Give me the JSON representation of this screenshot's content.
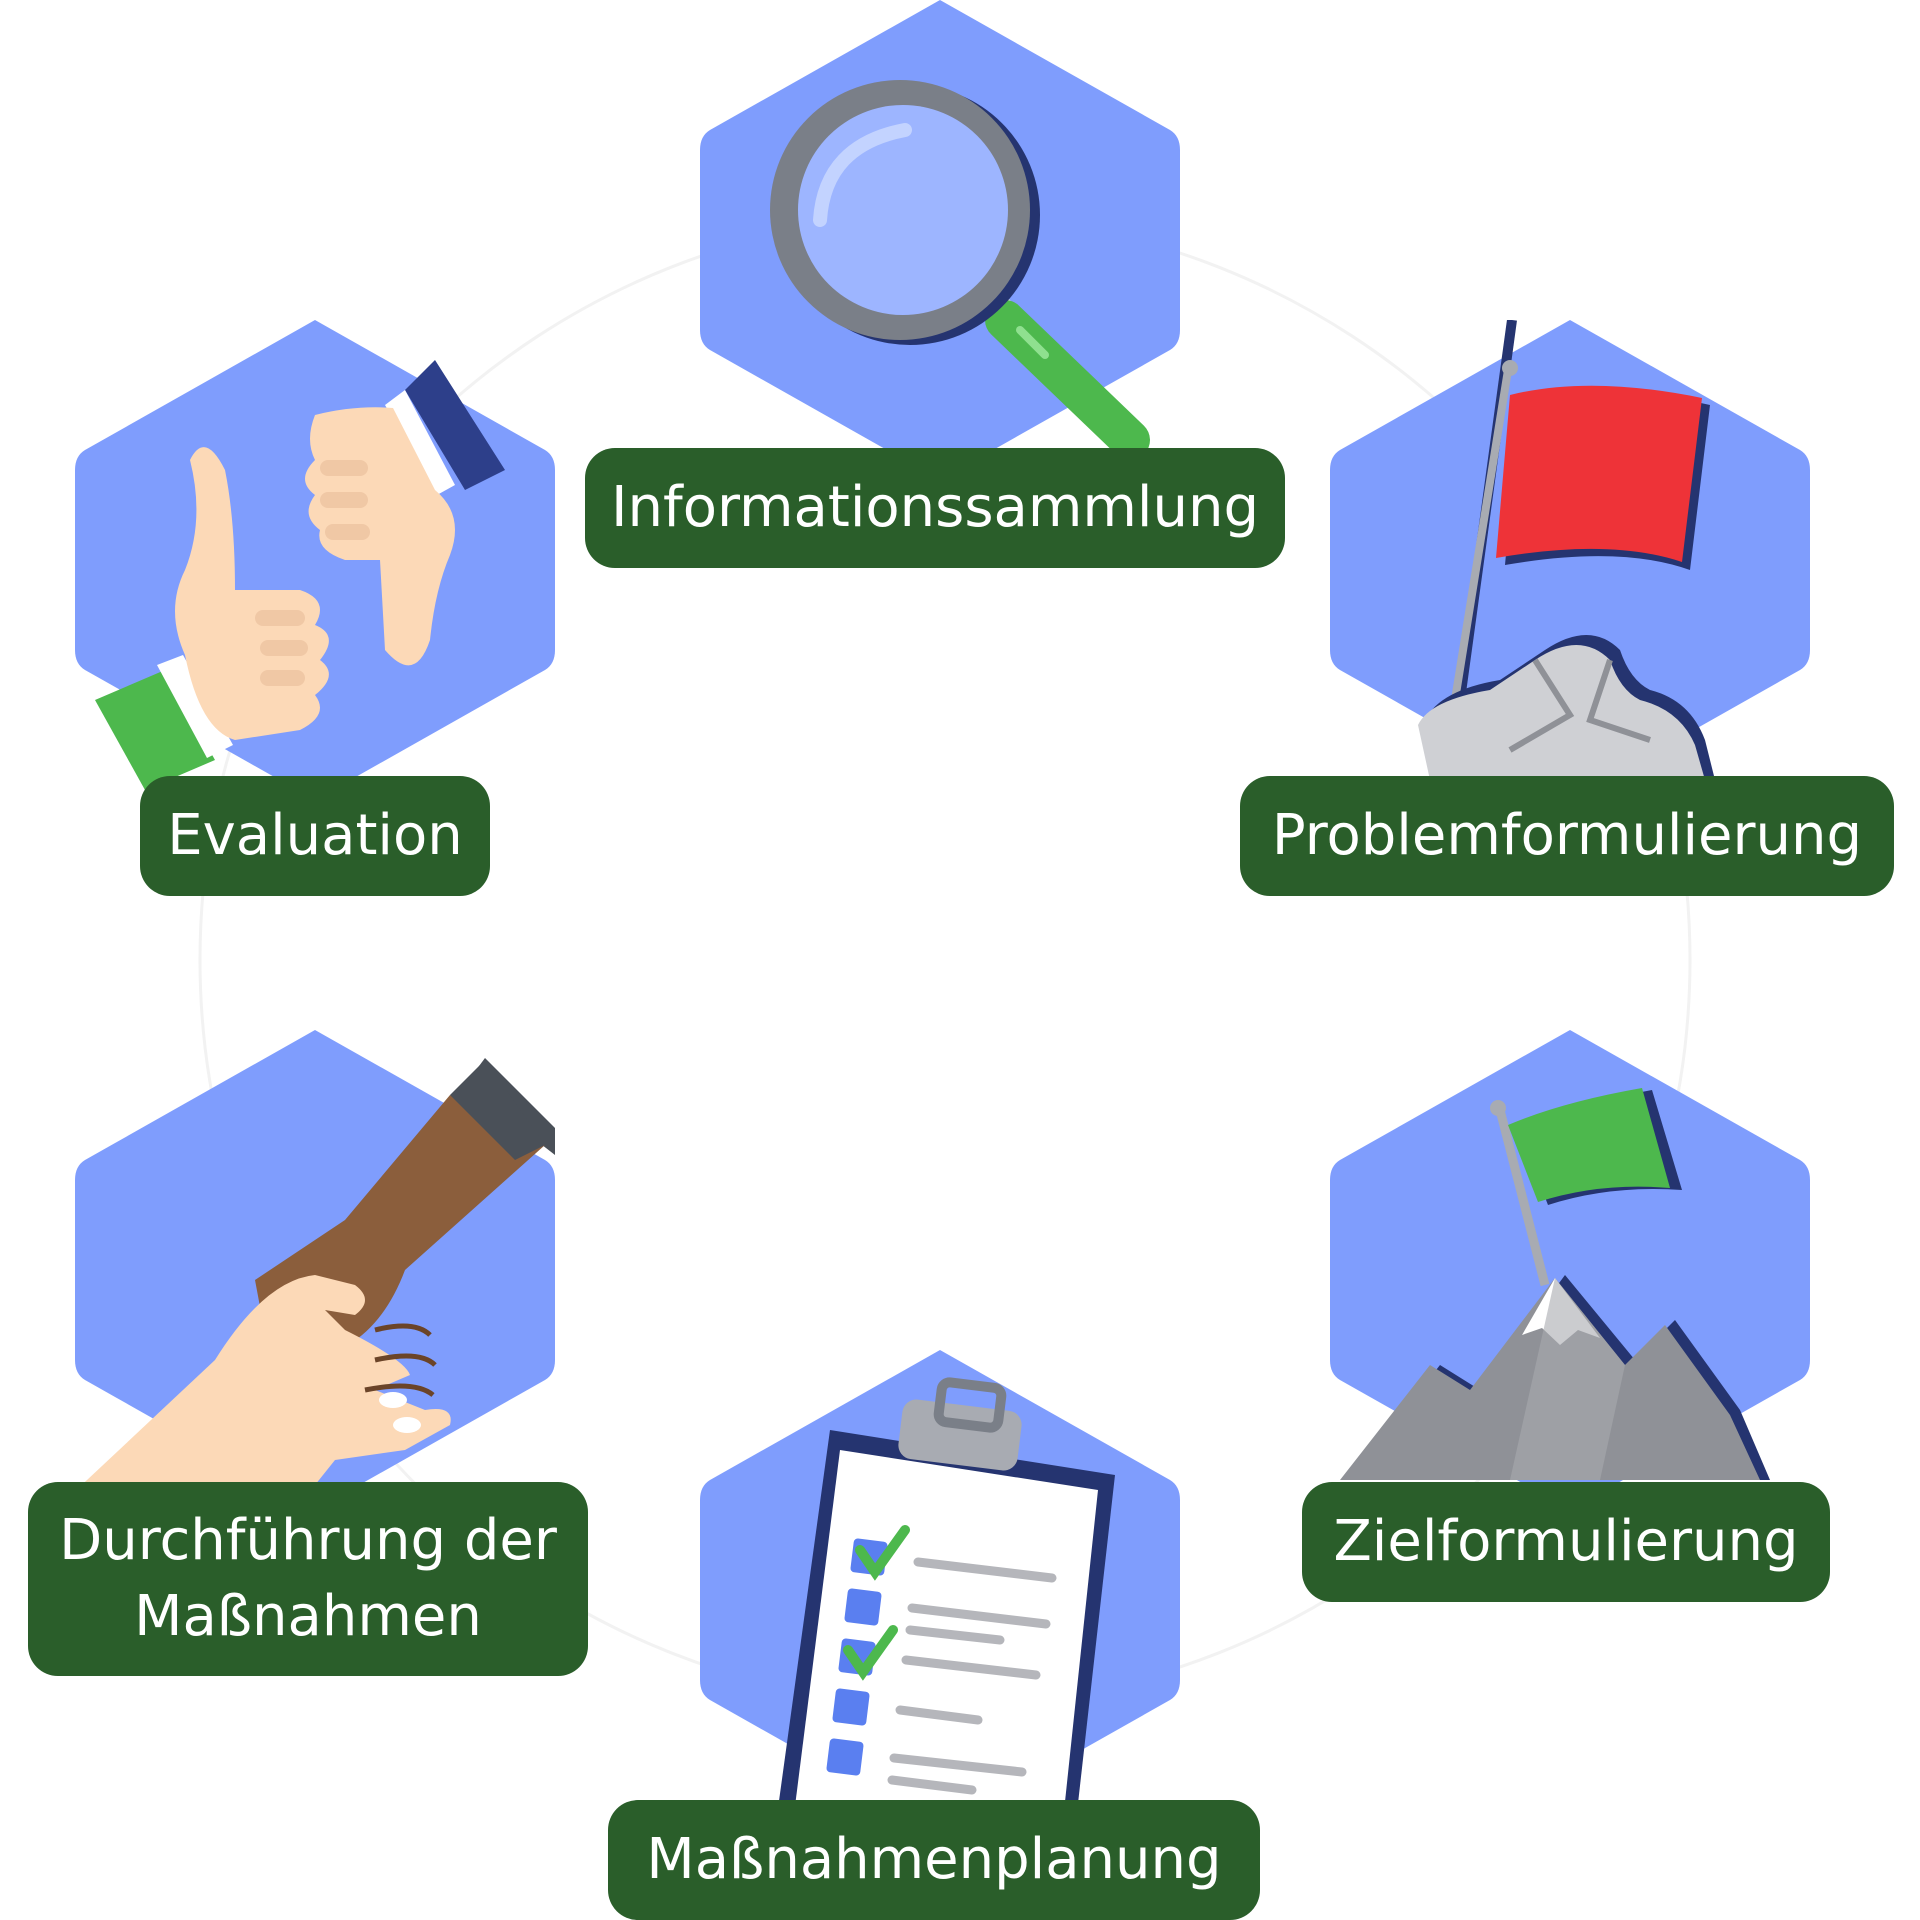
{
  "colors": {
    "hexagon": "#7f9dfd",
    "label_bg": "#2a5e2a",
    "label_text": "#ffffff",
    "accent_red": "#ee3338",
    "accent_green": "#4db84d",
    "outline_dark": "#253470"
  },
  "steps": [
    {
      "label": "Informationssammlung",
      "icon": "magnifier-icon"
    },
    {
      "label": "Problemformulierung",
      "icon": "red-flag-on-rocks-icon"
    },
    {
      "label": "Zielformulierung",
      "icon": "green-flag-on-mountain-icon"
    },
    {
      "label": "Maßnahmenplanung",
      "icon": "clipboard-checklist-icon"
    },
    {
      "label_line1": "Durchführung der",
      "label_line2": "Maßnahmen",
      "icon": "handshake-icon"
    },
    {
      "label": "Evaluation",
      "icon": "thumbs-up-down-icon"
    }
  ]
}
